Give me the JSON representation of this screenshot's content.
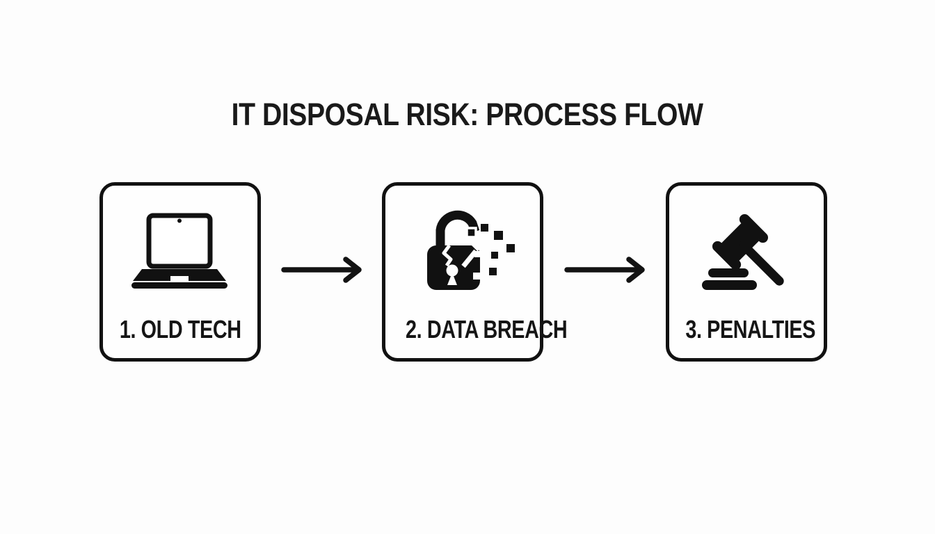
{
  "title": "IT DISPOSAL RISK: PROCESS FLOW",
  "flow": {
    "steps": [
      {
        "number": "1",
        "label": "1. OLD TECH",
        "icon": "laptop-icon"
      },
      {
        "number": "2",
        "label": "2. DATA BREACH",
        "icon": "broken-padlock-icon"
      },
      {
        "number": "3",
        "label": "3. PENALTIES",
        "icon": "gavel-icon"
      }
    ],
    "connectors": [
      {
        "icon": "arrow-right-icon"
      },
      {
        "icon": "arrow-right-icon"
      }
    ]
  },
  "colors": {
    "background": "#fdfdfd",
    "box_background": "#fefefe",
    "box_border": "#111111",
    "ink": "#131313",
    "text": "#1a1a1a"
  }
}
